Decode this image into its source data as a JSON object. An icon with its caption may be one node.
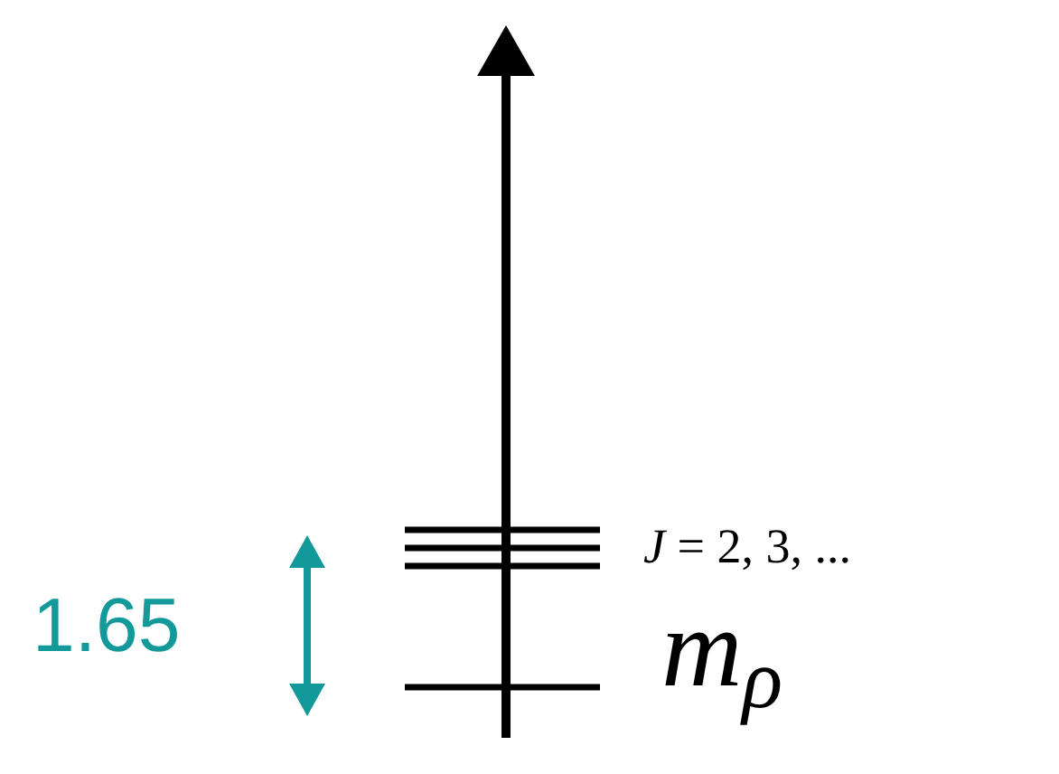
{
  "diagram": {
    "labels": [
      "*J* = 2, 3, ...",
      "m$_{ρ}$",
      "1.65"
    ]
  }
}
